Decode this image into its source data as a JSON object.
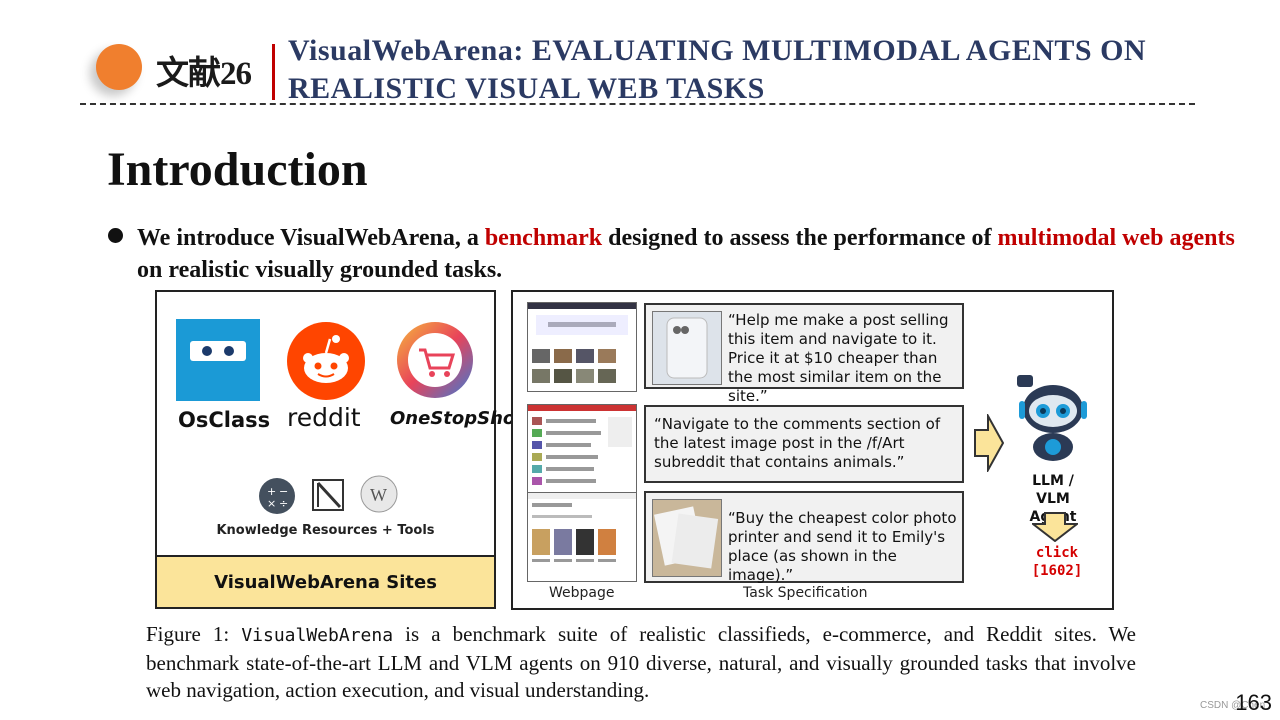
{
  "header": {
    "ref": "文献26",
    "title_line1": "VisualWebArena: EVALUATING MULTIMODAL AGENTS ON",
    "title_line2": "REALISTIC VISUAL WEB TASKS"
  },
  "section_title": "Introduction",
  "bullet": {
    "p1": "We introduce VisualWebArena, a ",
    "hl1": "benchmark",
    "p2": " designed to assess the performance of ",
    "hl2": "multimodal web agents",
    "p3": " on realistic visually grounded tasks."
  },
  "figure": {
    "sites": [
      "OsClass",
      "reddit",
      "OneStopShop"
    ],
    "tools_label": "Knowledge Resources + Tools",
    "left_footer": "VisualWebArena Sites",
    "tasks": [
      "“Help me make a post selling this item and navigate to it. Price it at $10 cheaper than the most similar item on the site.”",
      "“Navigate to the comments section of the latest image post in the /f/Art subreddit that contains animals.”",
      "“Buy the cheapest color photo printer and send it to Emily's place (as shown in the image).”"
    ],
    "agent_label_1": "LLM / VLM",
    "agent_label_2": "Agent",
    "action_1": "click",
    "action_2": "[1602]",
    "webpage_label": "Webpage",
    "task_spec_label": "Task Specification"
  },
  "caption": {
    "prefix": "Figure 1: ",
    "mono": "VisualWebArena",
    "rest": " is a benchmark suite of realistic classifieds, e-commerce, and Reddit sites. We benchmark state-of-the-art LLM and VLM agents on 910 diverse, natural, and visually grounded tasks that involve web navigation, action execution, and visual understanding."
  },
  "page_number": "163",
  "watermark": "CSDN @Chen"
}
